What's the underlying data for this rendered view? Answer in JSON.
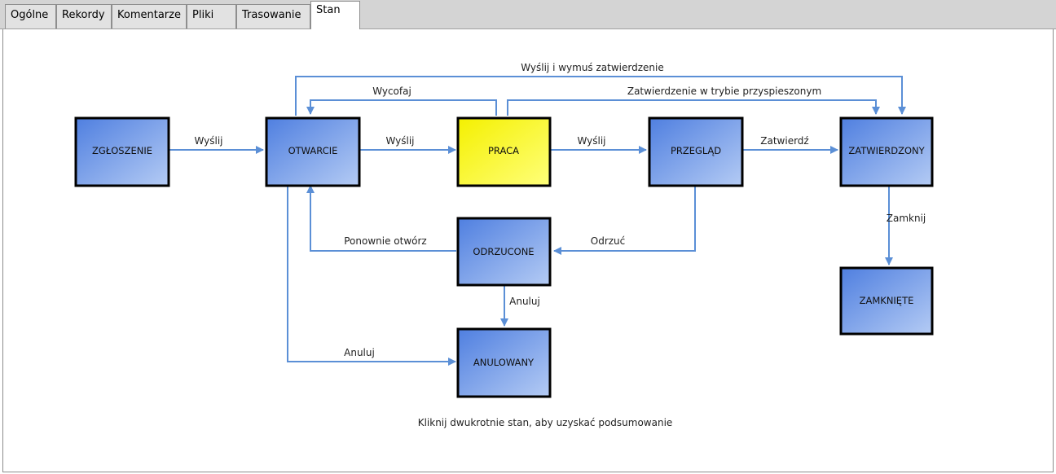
{
  "tabs": [
    {
      "label": "Ogólne",
      "active": false
    },
    {
      "label": "Rekordy",
      "active": false
    },
    {
      "label": "Komentarze",
      "active": false
    },
    {
      "label": "Pliki",
      "active": false
    },
    {
      "label": "Trasowanie",
      "active": false
    },
    {
      "label": "Stan",
      "active": true
    }
  ],
  "states": {
    "zgloszenie": {
      "label": "ZGŁOSZENIE",
      "current": false
    },
    "otwarcie": {
      "label": "OTWARCIE",
      "current": false
    },
    "praca": {
      "label": "PRACA",
      "current": true
    },
    "przeglad": {
      "label": "PRZEGLĄD",
      "current": false
    },
    "zatwierdzony": {
      "label": "ZATWIERDZONY",
      "current": false
    },
    "odrzucone": {
      "label": "ODRZUCONE",
      "current": false
    },
    "anulowany": {
      "label": "ANULOWANY",
      "current": false
    },
    "zamkniete": {
      "label": "ZAMKNIĘTE",
      "current": false
    }
  },
  "transitions": {
    "wyslij_1": "Wyślij",
    "wyslij_2": "Wyślij",
    "wyslij_3": "Wyślij",
    "zatwierdz": "Zatwierdź",
    "wycofaj": "Wycofaj",
    "wymus": "Wyślij i wymuś zatwierdzenie",
    "przyspieszony": "Zatwierdzenie w trybie przyspieszonym",
    "odrzuc": "Odrzuć",
    "ponownie": "Ponownie otwórz",
    "anuluj_1": "Anuluj",
    "anuluj_2": "Anuluj",
    "zamknij": "Zamknij"
  },
  "hint": "Kliknij dwukrotnie stan, aby uzyskać podsumowanie",
  "colors": {
    "edge": "#5b8fd6",
    "state_fill": "#7fa2e6",
    "state_current": "#f2f23a",
    "state_border": "#000000"
  }
}
